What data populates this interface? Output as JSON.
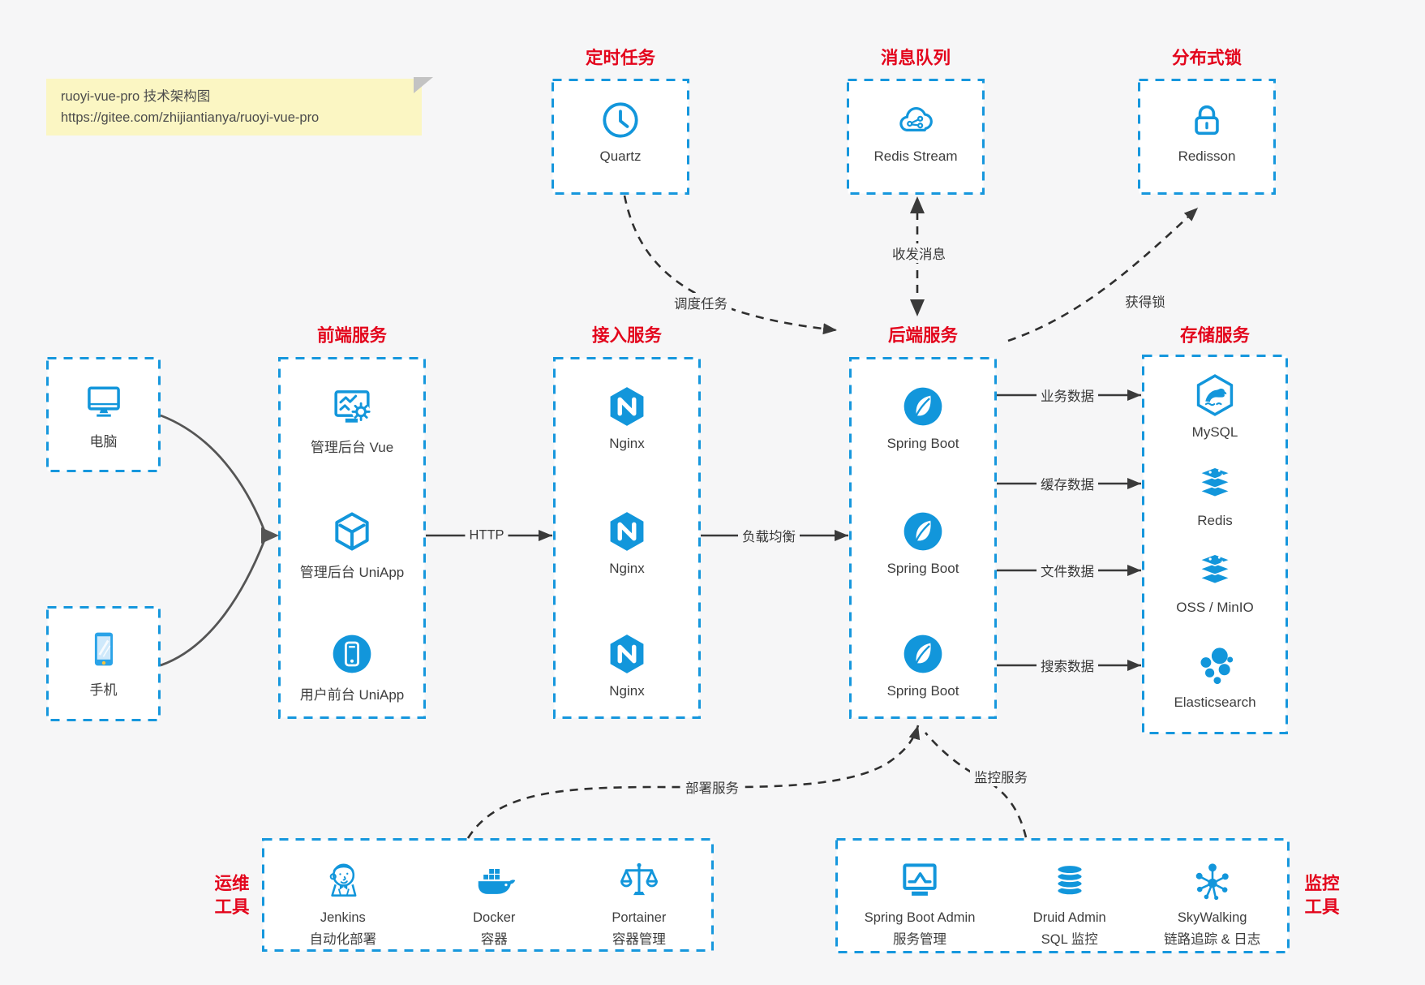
{
  "note": {
    "line1": "ruoyi-vue-pro 技术架构图",
    "line2": "https://gitee.com/zhijiantianya/ruoyi-vue-pro"
  },
  "top_groups": [
    {
      "title": "定时任务",
      "item": {
        "label": "Quartz",
        "icon": "clock-icon"
      }
    },
    {
      "title": "消息队列",
      "item": {
        "label": "Redis Stream",
        "icon": "cloud-mq-icon"
      }
    },
    {
      "title": "分布式锁",
      "item": {
        "label": "Redisson",
        "icon": "lock-icon"
      }
    }
  ],
  "clients": [
    {
      "label": "电脑",
      "icon": "desktop-icon"
    },
    {
      "label": "手机",
      "icon": "phone-icon"
    }
  ],
  "columns": {
    "frontend": {
      "title": "前端服务",
      "items": [
        {
          "label": "管理后台 Vue",
          "icon": "admin-vue-icon"
        },
        {
          "label": "管理后台 UniApp",
          "icon": "cube-icon"
        },
        {
          "label": "用户前台 UniApp",
          "icon": "mobile-app-icon"
        }
      ]
    },
    "gateway": {
      "title": "接入服务",
      "items": [
        {
          "label": "Nginx",
          "icon": "nginx-icon"
        },
        {
          "label": "Nginx",
          "icon": "nginx-icon"
        },
        {
          "label": "Nginx",
          "icon": "nginx-icon"
        }
      ]
    },
    "backend": {
      "title": "后端服务",
      "items": [
        {
          "label": "Spring Boot",
          "icon": "spring-boot-icon"
        },
        {
          "label": "Spring Boot",
          "icon": "spring-boot-icon"
        },
        {
          "label": "Spring Boot",
          "icon": "spring-boot-icon"
        }
      ]
    },
    "storage": {
      "title": "存储服务",
      "items": [
        {
          "label": "MySQL",
          "icon": "mysql-icon"
        },
        {
          "label": "Redis",
          "icon": "redis-icon"
        },
        {
          "label": "OSS / MinIO",
          "icon": "oss-minio-icon"
        },
        {
          "label": "Elasticsearch",
          "icon": "elasticsearch-icon"
        }
      ]
    }
  },
  "bottom_groups": [
    {
      "title_lines": [
        "运维",
        "工具"
      ],
      "items": [
        {
          "label": "Jenkins",
          "sub": "自动化部署",
          "icon": "jenkins-icon"
        },
        {
          "label": "Docker",
          "sub": "容器",
          "icon": "docker-whale-icon"
        },
        {
          "label": "Portainer",
          "sub": "容器管理",
          "icon": "scales-icon"
        }
      ]
    },
    {
      "title_lines": [
        "监控",
        "工具"
      ],
      "items": [
        {
          "label": "Spring Boot Admin",
          "sub": "服务管理",
          "icon": "monitor-chart-icon"
        },
        {
          "label": "Druid Admin",
          "sub": "SQL 监控",
          "icon": "database-icon"
        },
        {
          "label": "SkyWalking",
          "sub": "链路追踪 & 日志",
          "icon": "topology-icon"
        }
      ]
    }
  ],
  "edges": {
    "http": "HTTP",
    "load_balance": "负载均衡",
    "schedule": "调度任务",
    "messages": "收发消息",
    "lock": "获得锁",
    "business_data": "业务数据",
    "cache_data": "缓存数据",
    "file_data": "文件数据",
    "search_data": "搜索数据",
    "deploy": "部署服务",
    "monitor": "监控服务"
  },
  "colors": {
    "blue": "#1697dd",
    "red": "#e3051c",
    "arrow_dark": "#3a3a3a",
    "note_bg": "#fbf6c3",
    "box_bg": "#ffffff",
    "page_bg": "#f6f6f7",
    "text": "#3e3e3e"
  }
}
